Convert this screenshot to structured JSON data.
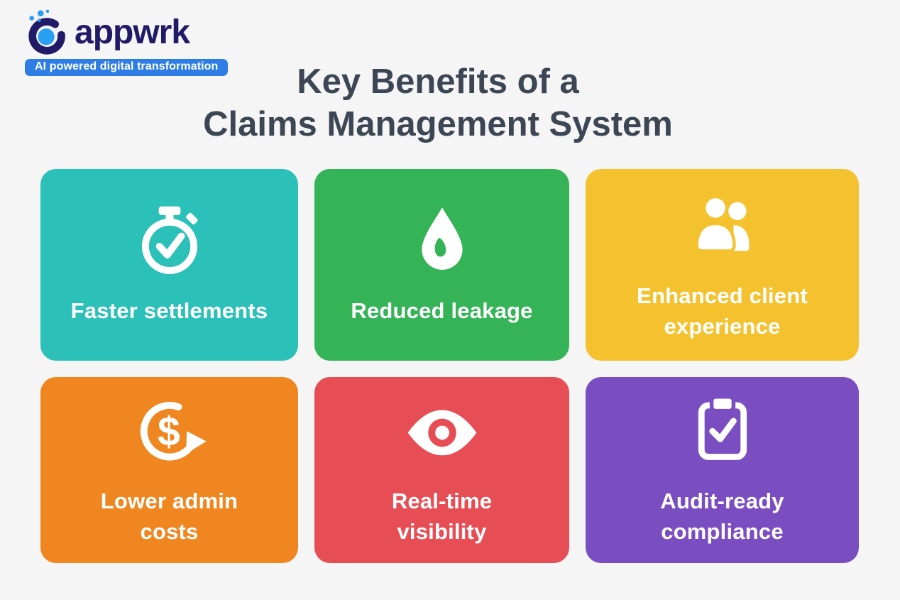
{
  "background": "#f4f5f4",
  "logo": {
    "brand": "appwrk",
    "tagline": "AI powered digital transformation",
    "colors": {
      "navy": "#211a66",
      "blue": "#2aa0f5",
      "banner": "#2e7de4"
    }
  },
  "title": {
    "line1": "Key Benefits of a",
    "line2": "Claims Management System",
    "color": "#3c4654"
  },
  "cards": [
    {
      "label": "Faster settlements",
      "icon": "stopwatch-check-icon",
      "color": "#2bc0b8"
    },
    {
      "label": "Reduced leakage",
      "icon": "water-drop-icon",
      "color": "#35b457"
    },
    {
      "label": "Enhanced client\nexperience",
      "icon": "people-icon",
      "color": "#f4c22e"
    },
    {
      "label": "Lower admin\ncosts",
      "icon": "dollar-refresh-icon",
      "color": "#ef8620"
    },
    {
      "label": "Real-time\nvisibility",
      "icon": "eye-icon",
      "color": "#e74d54"
    },
    {
      "label": "Audit-ready\ncompliance",
      "icon": "clipboard-check-icon",
      "color": "#7a4ec0"
    }
  ]
}
